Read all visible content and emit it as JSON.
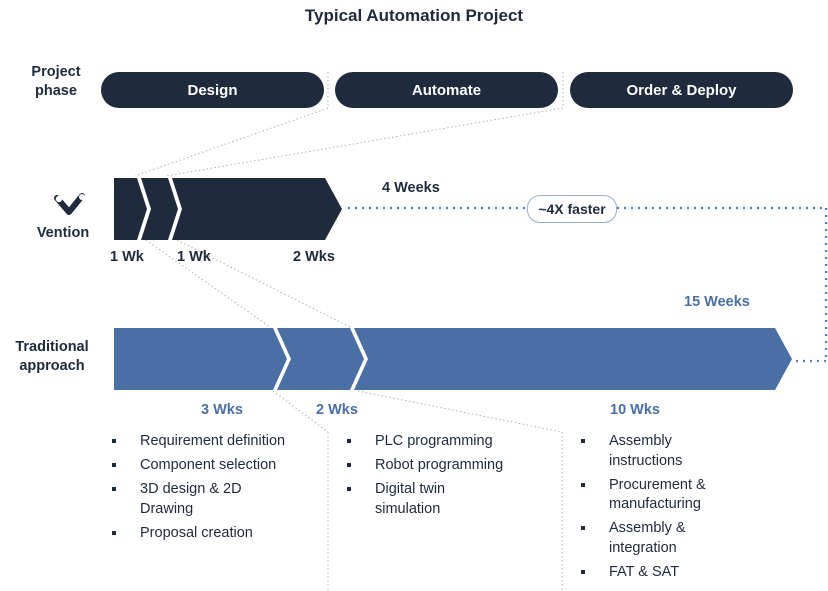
{
  "title": "Typical Automation Project",
  "row_labels": {
    "project_phase": "Project phase",
    "vention": "Vention",
    "traditional": "Traditional approach"
  },
  "phases": [
    "Design",
    "Automate",
    "Order & Deploy"
  ],
  "vention": {
    "total": "4 Weeks",
    "durations": [
      "1 Wk",
      "1 Wk",
      "2 Wks"
    ],
    "color": "#1f2a3c"
  },
  "comparison": "~4X faster",
  "traditional": {
    "total": "15 Weeks",
    "durations": [
      "3 Wks",
      "2 Wks",
      "10 Wks"
    ],
    "color": "#4a6fa5"
  },
  "tasks": {
    "design": [
      "Requirement definition",
      "Component selection",
      "3D design & 2D Drawing",
      "Proposal creation"
    ],
    "automate": [
      "PLC programming",
      "Robot programming",
      "Digital twin simulation"
    ],
    "deploy": [
      "Assembly instructions",
      "Procurement & manufacturing",
      "Assembly & integration",
      "FAT & SAT"
    ]
  }
}
